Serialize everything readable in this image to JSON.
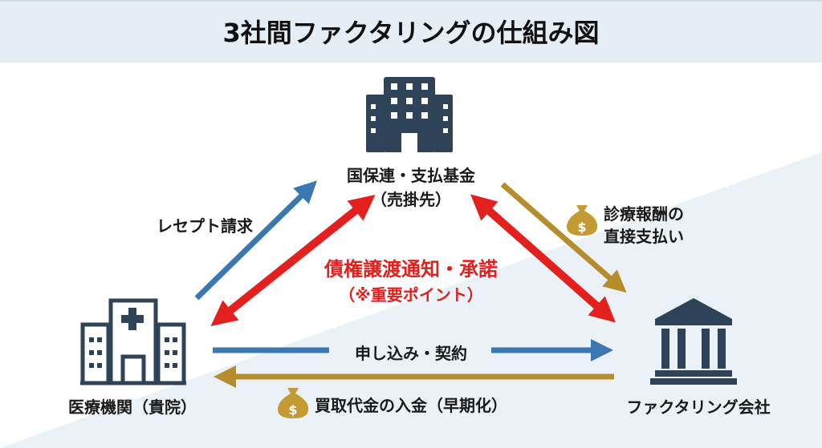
{
  "title": "3社間ファクタリングの仕組み図",
  "nodes": {
    "payer": {
      "line1": "国保連・支払基金",
      "line2": "（売掛先）",
      "icon": "office-building-icon"
    },
    "clinic": {
      "label": "医療機関（貴院）",
      "icon": "hospital-icon"
    },
    "factor": {
      "label": "ファクタリング会社",
      "icon": "bank-icon"
    }
  },
  "flows": {
    "receipt_claim": "レセプト請求",
    "direct_payment_line1": "診療報酬の",
    "direct_payment_line2": "直接支払い",
    "assignment_line1": "債権譲渡通知・承諾",
    "assignment_line2": "（※重要ポイント）",
    "application": "申し込み・契約",
    "purchase_payment": "買取代金の入金（早期化）"
  },
  "colors": {
    "blue": "#3b78b2",
    "red": "#e3201d",
    "gold": "#b68d2c",
    "navy": "#2f4358",
    "band": "#e4eef4"
  }
}
